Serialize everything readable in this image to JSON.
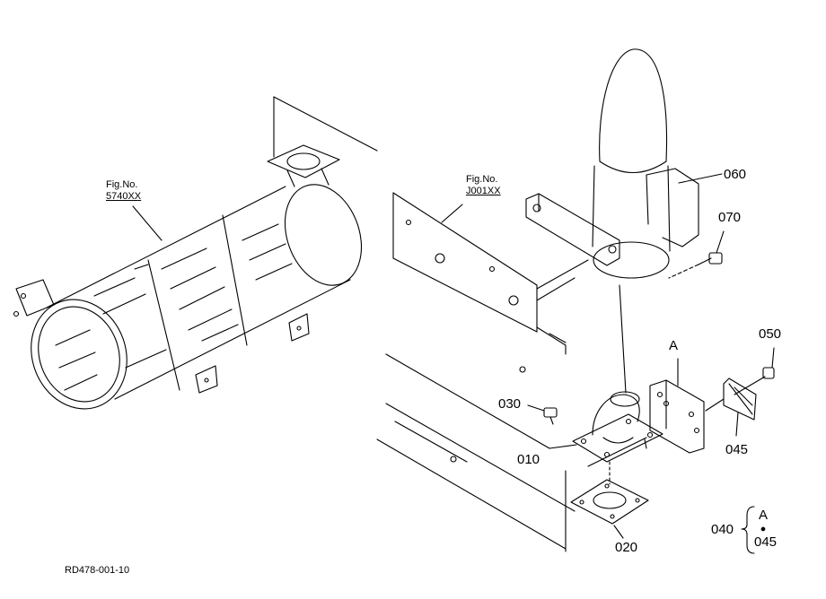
{
  "diagram_code": "RD478-001-10",
  "fig_refs": [
    {
      "label": "Fig.No.",
      "number": "5740XX"
    },
    {
      "label": "Fig.No.",
      "number": "J001XX"
    }
  ],
  "parts": {
    "p010": "010",
    "p020": "020",
    "p030": "030",
    "p040": "040",
    "p045_a": "045",
    "p045_b": "045",
    "p050": "050",
    "p060": "060",
    "p070": "070"
  },
  "sub_assembly": {
    "letter": "A",
    "legend_letter": "A"
  }
}
